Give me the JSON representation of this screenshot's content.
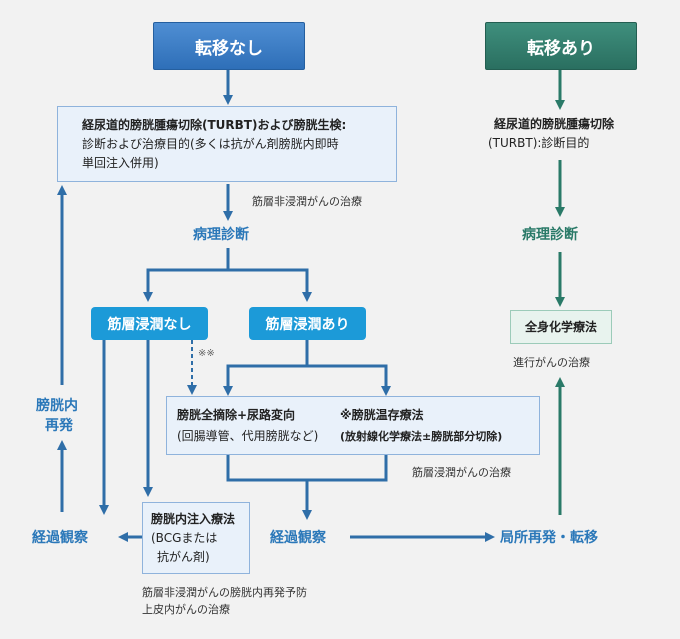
{
  "headers": {
    "left": "転移なし",
    "right": "転移あり"
  },
  "turbt_box": {
    "line1": "経尿道的膀胱腫瘍切除(TURBT)および膀胱生検:",
    "line2": "診断および治療目的(多くは抗がん剤膀胱内即時",
    "line3": "単回注入併用)"
  },
  "right_turbt": {
    "line1": "経尿道的膀胱腫瘍切除",
    "line2": "(TURBT):診断目的"
  },
  "notes": {
    "non_invasive": "筋層非浸潤がんの治療",
    "invasive": "筋層浸潤がんの治療",
    "advanced": "進行がんの治療",
    "bottom1": "筋層非浸潤がんの膀胱内再発予防",
    "bottom2": "上皮内がんの治療",
    "asterisk": "※※"
  },
  "labels": {
    "pathology_left": "病理診断",
    "pathology_right": "病理診断",
    "recurrence_l1": "膀胱内",
    "recurrence_l2": "再発",
    "observation_left": "経過観察",
    "observation_center": "経過観察",
    "local_recurrence": "局所再発・転移"
  },
  "pills": {
    "no_invasion": "筋層浸潤なし",
    "invasion": "筋層浸潤あり"
  },
  "cystectomy_box": {
    "left_title": "膀胱全摘除+尿路変向",
    "left_sub": "(回腸導管、代用膀胱など)",
    "right_title": "※膀胱温存療法",
    "right_sub": "(放射線化学療法±膀胱部分切除)"
  },
  "chemo_box": {
    "label": "全身化学療法"
  },
  "instillation_box": {
    "title": "膀胱内注入療法",
    "sub1": "(BCGまたは",
    "sub2": "抗がん剤)"
  },
  "colors": {
    "blue_arrow": "#2f6ea8",
    "green_arrow": "#2a7a68"
  }
}
